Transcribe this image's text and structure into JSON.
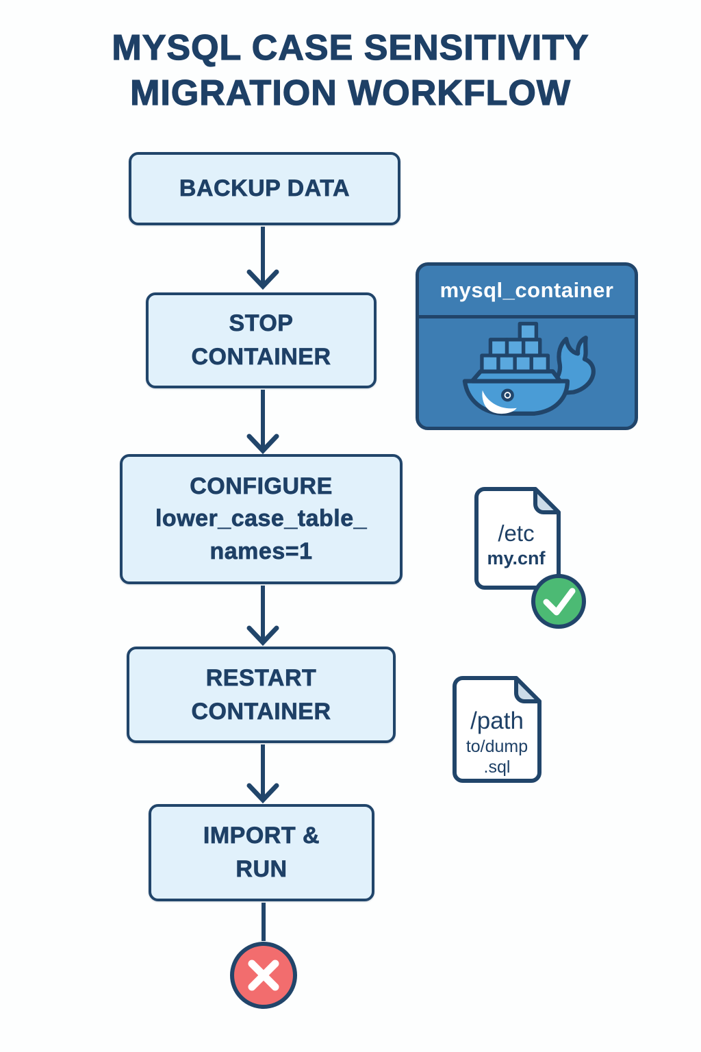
{
  "title": {
    "line1": "MYSQL CASE SENSITIVITY",
    "line2": "MIGRATION WORKFLOW"
  },
  "flow": {
    "nodes": [
      {
        "id": "backup-data",
        "lines": [
          "BACKUP DATA"
        ]
      },
      {
        "id": "stop-container",
        "lines": [
          "STOP",
          "CONTAINER"
        ]
      },
      {
        "id": "configure",
        "lines": [
          "CONFIGURE",
          "lower_case_table_",
          "names=1"
        ]
      },
      {
        "id": "restart-container",
        "lines": [
          "RESTART",
          "CONTAINER"
        ]
      },
      {
        "id": "import-run",
        "lines": [
          "IMPORT &",
          "RUN"
        ]
      }
    ],
    "end_marker": {
      "icon": "x-mark-icon"
    }
  },
  "annotations": {
    "container_card": {
      "title": "mysql_container",
      "icon": "docker-whale-icon"
    },
    "config_file": {
      "icon": "file-icon",
      "line1": "/etc",
      "line2": "my.cnf",
      "badge_icon": "check-mark-icon"
    },
    "dump_file": {
      "icon": "file-icon",
      "line1": "/path",
      "line2": "to/dump",
      "line3": ".sql"
    }
  },
  "colors": {
    "navy": "#1e4066",
    "box_fill": "#e1f1fb",
    "box_border": "#21456a",
    "card_blue": "#3d7db3",
    "whale_blue": "#4a9cd6",
    "container_fill": "#5aa8de",
    "fold_gray": "#ccdbe8",
    "green": "#4cba74",
    "red": "#f26d6e"
  }
}
